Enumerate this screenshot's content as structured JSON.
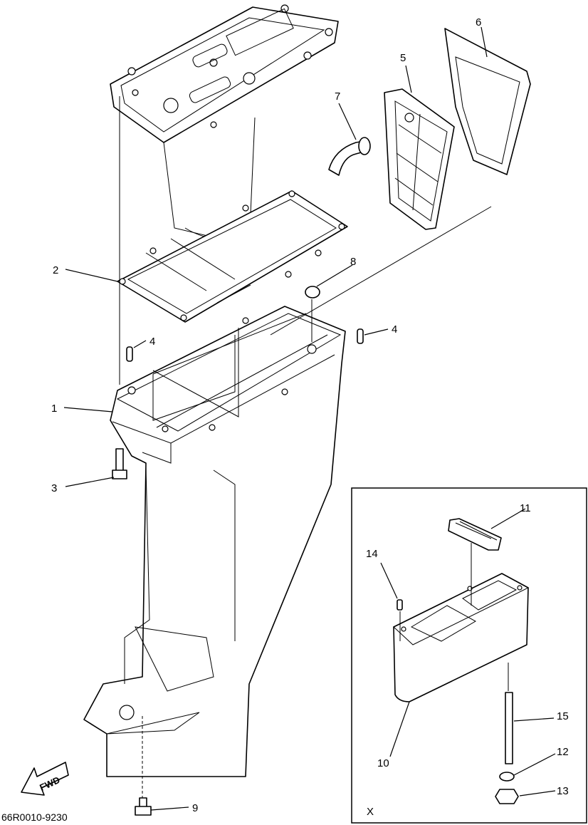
{
  "figure": {
    "code": "66R0010-9230",
    "fwd": "FWD",
    "inset_label": "X"
  },
  "callouts": [
    {
      "id": "c1",
      "text": "1"
    },
    {
      "id": "c2",
      "text": "2"
    },
    {
      "id": "c3",
      "text": "3"
    },
    {
      "id": "c4a",
      "text": "4"
    },
    {
      "id": "c4b",
      "text": "4"
    },
    {
      "id": "c5",
      "text": "5"
    },
    {
      "id": "c6",
      "text": "6"
    },
    {
      "id": "c7",
      "text": "7"
    },
    {
      "id": "c8",
      "text": "8"
    },
    {
      "id": "c9",
      "text": "9"
    },
    {
      "id": "c10",
      "text": "10"
    },
    {
      "id": "c11",
      "text": "11"
    },
    {
      "id": "c12",
      "text": "12"
    },
    {
      "id": "c13",
      "text": "13"
    },
    {
      "id": "c14",
      "text": "14"
    },
    {
      "id": "c15",
      "text": "15"
    }
  ]
}
